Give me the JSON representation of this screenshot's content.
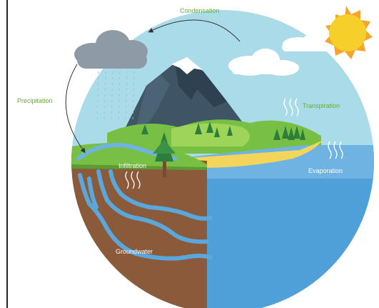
{
  "labels": {
    "condensation": "Condensation",
    "precipitation": "Precipitation",
    "transpiration": "Transpiration",
    "evaporation": "Evaporation",
    "infiltration": "Infiltration",
    "groundwater": "Groundwater"
  },
  "colors": {
    "sky": "#a9dbe9",
    "ocean": "#4f9fd9",
    "ocean_light": "#6fb3e3",
    "soil": "#8a5a3a",
    "grass": "#78c043",
    "grass_light": "#9ed45a",
    "sand": "#f3d55b",
    "mountain": "#3f5566",
    "mountain_dark": "#2e4150",
    "snow": "#ffffff",
    "cloud_dark": "#8e9ba6",
    "cloud_light": "#ffffff",
    "sun": "#f7cf2a",
    "sun_ray": "#f4a52a",
    "label_green": "#6aaa3c",
    "label_white": "#ffffff",
    "arrow": "#333333"
  },
  "icons": [
    "sun-icon",
    "rain-cloud-icon",
    "cloud-icon",
    "mountain-icon",
    "tree-icon",
    "vapor-wave-icon",
    "arrow-icon"
  ]
}
